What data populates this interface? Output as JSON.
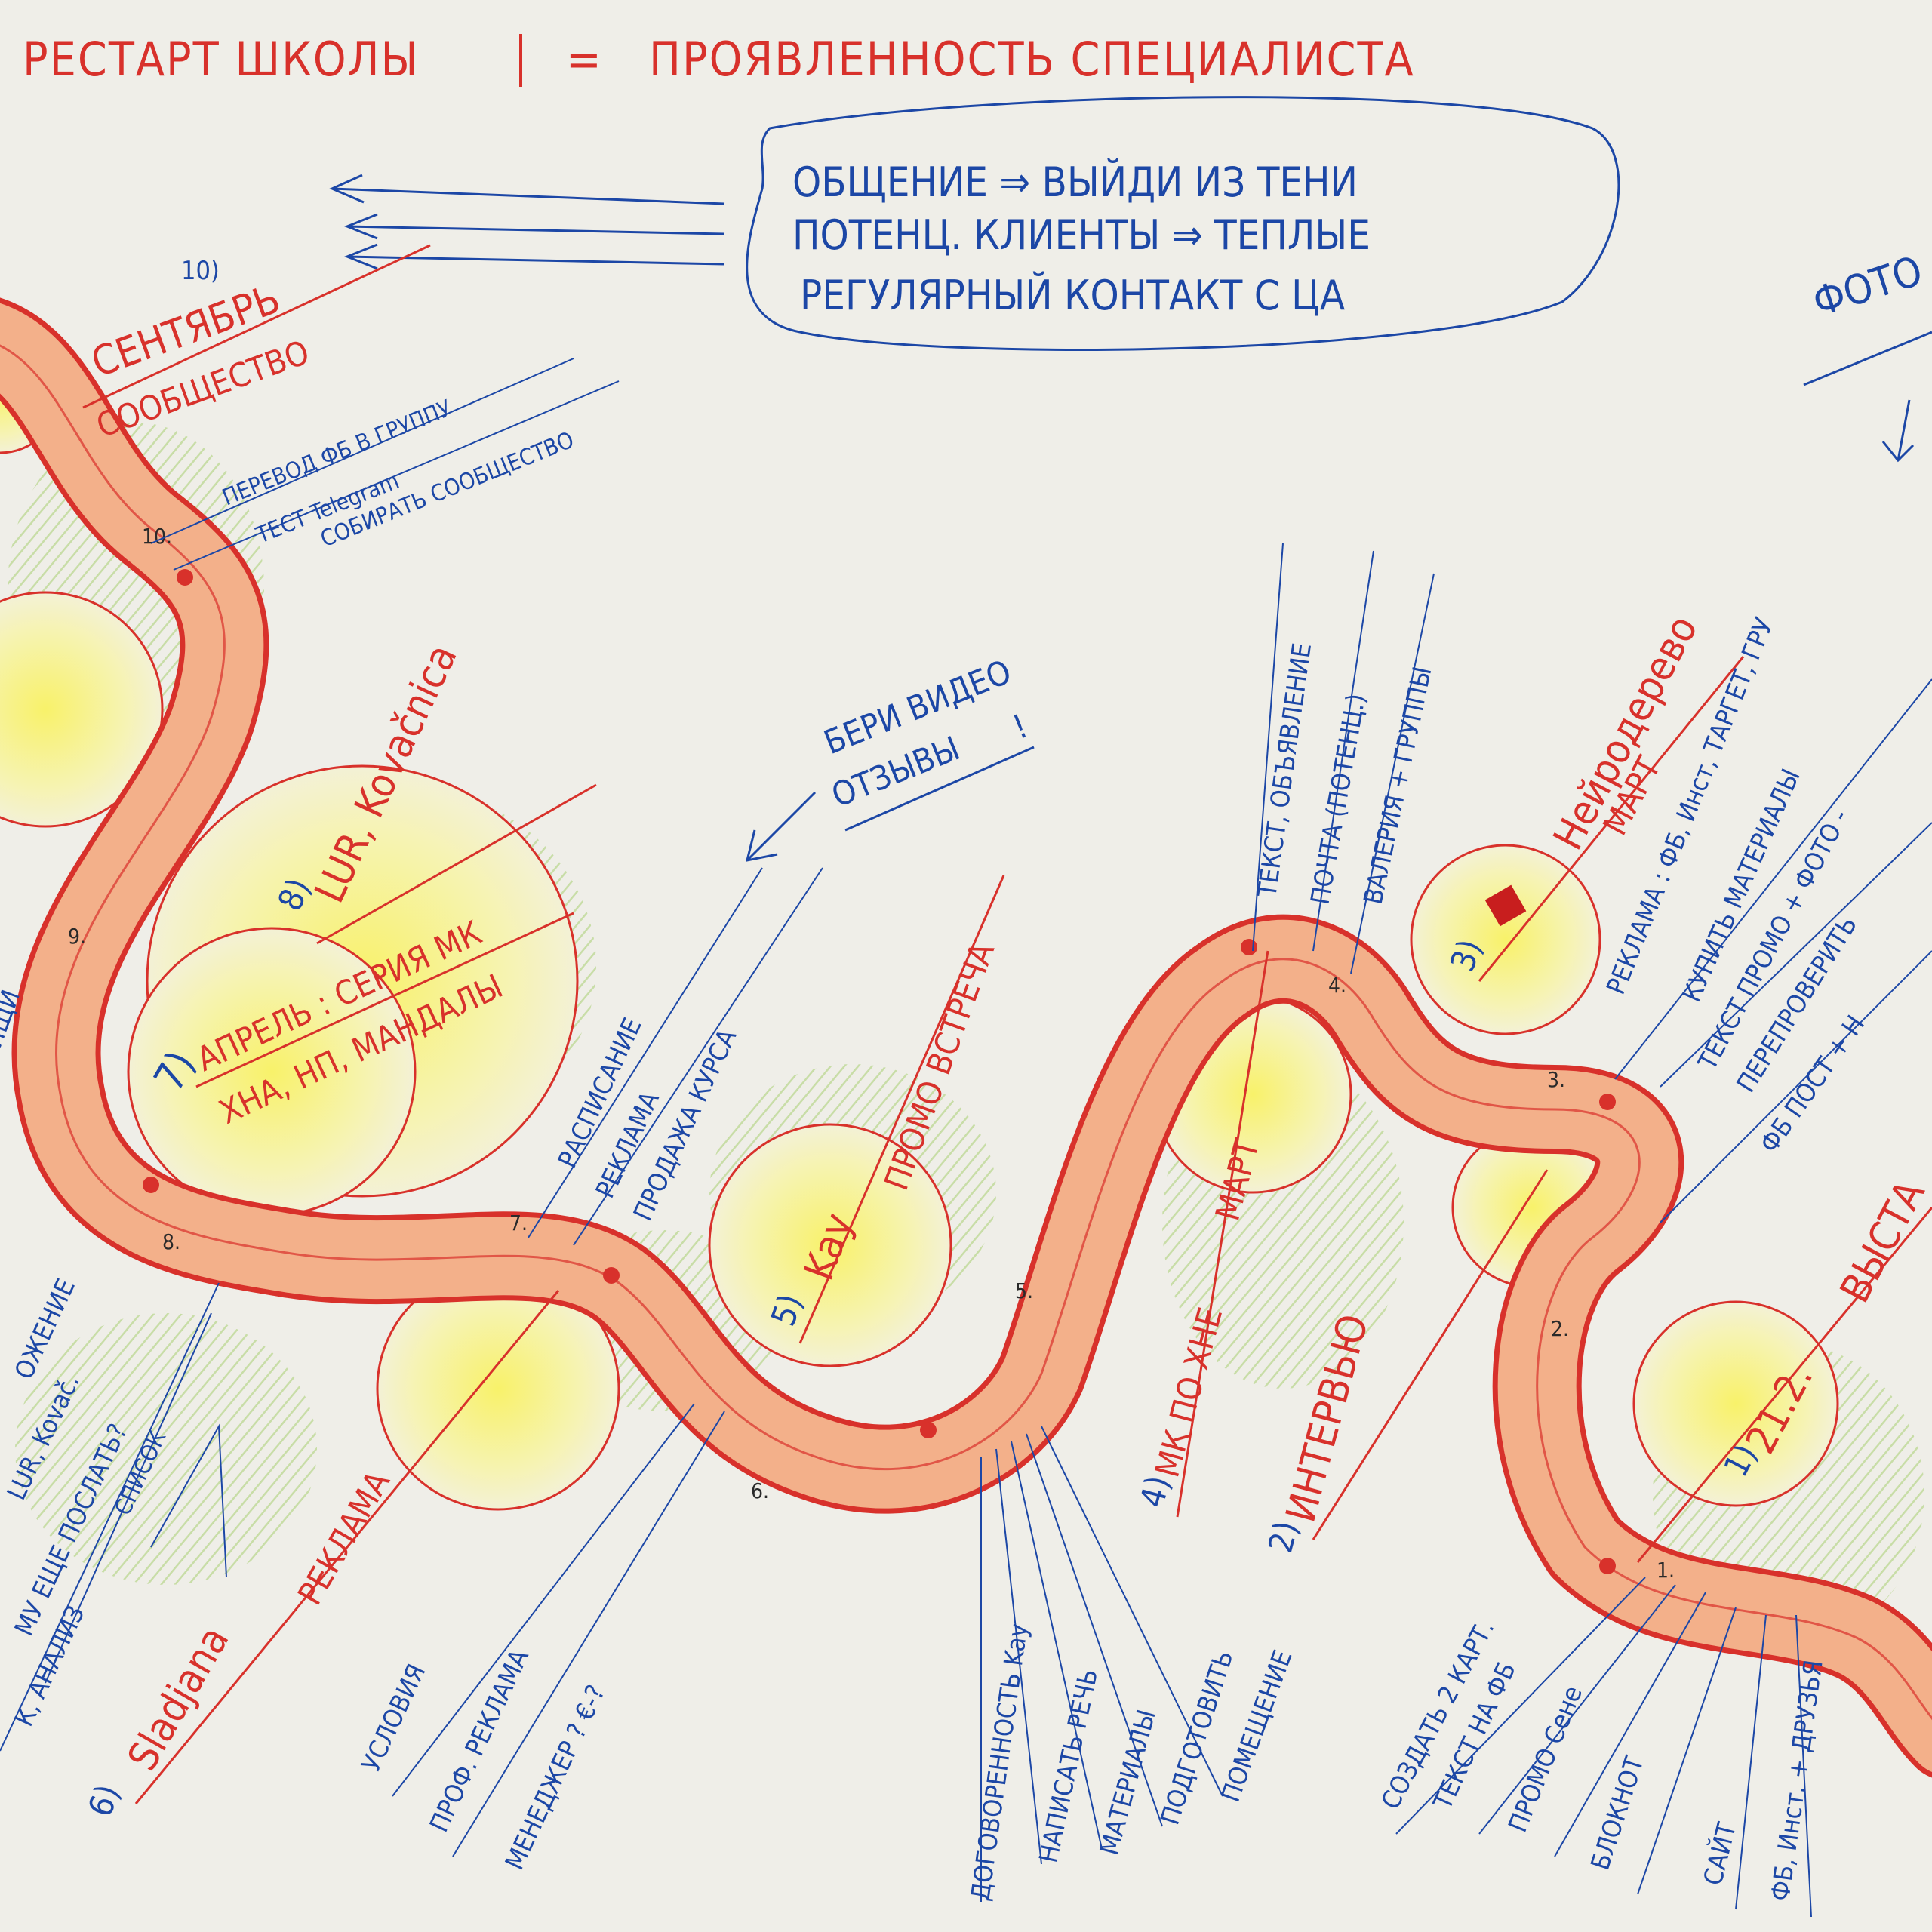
{
  "title": {
    "left": "РЕСТАРТ ШКОЛЫ",
    "eq": "=",
    "right": "ПРОЯВЛЕННОСТЬ СПЕЦИАЛИСТА"
  },
  "bubble": {
    "line1": "ОБЩЕНИЕ ⇒ ВЫЙДИ ИЗ ТЕНИ",
    "line2": "ПОТЕНЦ. КЛИЕНТЫ ⇒ ТЕПЛЫЕ",
    "line3": "РЕГУЛЯРНЫЙ КОНТАКТ С ЦА"
  },
  "photo_label": "ФОТО",
  "video_note": {
    "line1": "БЕРИ ВИДЕО",
    "line2": "ОТЗЫВЫ",
    "mark": "!"
  },
  "milestones": {
    "m10": {
      "label": "10)",
      "title": "СЕНТЯБРЬ",
      "subtitle": "СООБЩЕСТВО"
    },
    "m8": {
      "label": "8)",
      "title": "LUR, Kovačnica"
    },
    "m7": {
      "label": "7)",
      "line1": "АПРЕЛЬ : СЕРИЯ МК",
      "line2": "ХНА, НП, МАНДАЛЫ"
    },
    "m6": {
      "label": "6)",
      "title": "Sladjana",
      "subtitle": "РЕКЛАМА"
    },
    "m5": {
      "label": "5)",
      "title": "Kay",
      "subtitle": "ПРОМО ВСТРЕЧА"
    },
    "m4": {
      "label": "4)",
      "title": "МК ПО ХНЕ",
      "subtitle": "МАРТ"
    },
    "m3": {
      "label": "3)",
      "title": "Нейродерево",
      "subtitle": "МАРТ"
    },
    "m2": {
      "label": "2)",
      "title": "ИНТЕРВЬЮ"
    },
    "m1": {
      "label": "1)",
      "title": "21.2.",
      "subtitle": "ВЫСТА"
    }
  },
  "tasks": {
    "t10": [
      "ПЕРЕВОД ФБ В ГРУППУ",
      "ТЕСТ Telegram",
      "СОБИРАТЬ СООБЩЕСТВО"
    ],
    "t9": [
      "ЯЩИ"
    ],
    "t8": [
      "ОЖЕНИЕ",
      "LUR, Kovač.",
      "МУ ЕЩЕ ПОСЛАТЬ?",
      "СПИСОК",
      "К, АНАЛИЗ"
    ],
    "t7": [
      "РАСПИСАНИЕ",
      "РЕКЛАМА",
      "ПРОДАЖА КУРСА"
    ],
    "t6": [
      "УСЛОВИЯ",
      "ПРОФ. РЕКЛАМА",
      "МЕНЕДЖЕР ? €-?"
    ],
    "t5": [
      "ДОГОВОРЕННОСТЬ Kay",
      "НАПИСАТЬ РЕЧЬ",
      "МАТЕРИАЛЫ",
      "ПОДГОТОВИТЬ",
      "ПОМЕЩЕНИЕ"
    ],
    "t4": [
      "ТЕКСТ, ОБЪЯВЛЕНИЕ",
      "ПОЧТА (ПОТЕНЦ.)",
      "ВАЛЕРИЯ + ГРУППЫ"
    ],
    "t3": [
      "РЕКЛАМА : ФБ, Инст, ТАРГЕТ, ГРУ",
      "КУПИТЬ МАТЕРИАЛЫ",
      "ТЕКСТ ПРОМО + ФОТО -",
      "ПЕРЕПРОВЕРИТЬ",
      "ФБ ПОСТ + Н"
    ],
    "t1": [
      "СОЗДАТЬ 2 КАРТ.",
      "ТЕКСТ НА ФБ",
      "ПРОМО Сене",
      "БЛОКНОТ",
      "САЙТ",
      "ФБ, Инст. + ДРУЗЬЯ"
    ]
  },
  "steps": {
    "s10": "10.",
    "s9": "9.",
    "s8": "8.",
    "s7": "7.",
    "s6": "6.",
    "s5": "5.",
    "s4": "4.",
    "s3": "3.",
    "s2": "2.",
    "s1": "1."
  },
  "colors": {
    "paper": "#efeee8",
    "red_ink": "#d8312b",
    "blue_ink": "#1c47a6",
    "road_fill": "#f2a27a",
    "circle_fill": "#f5f0a0",
    "hatch_green": "#b8d98a"
  }
}
